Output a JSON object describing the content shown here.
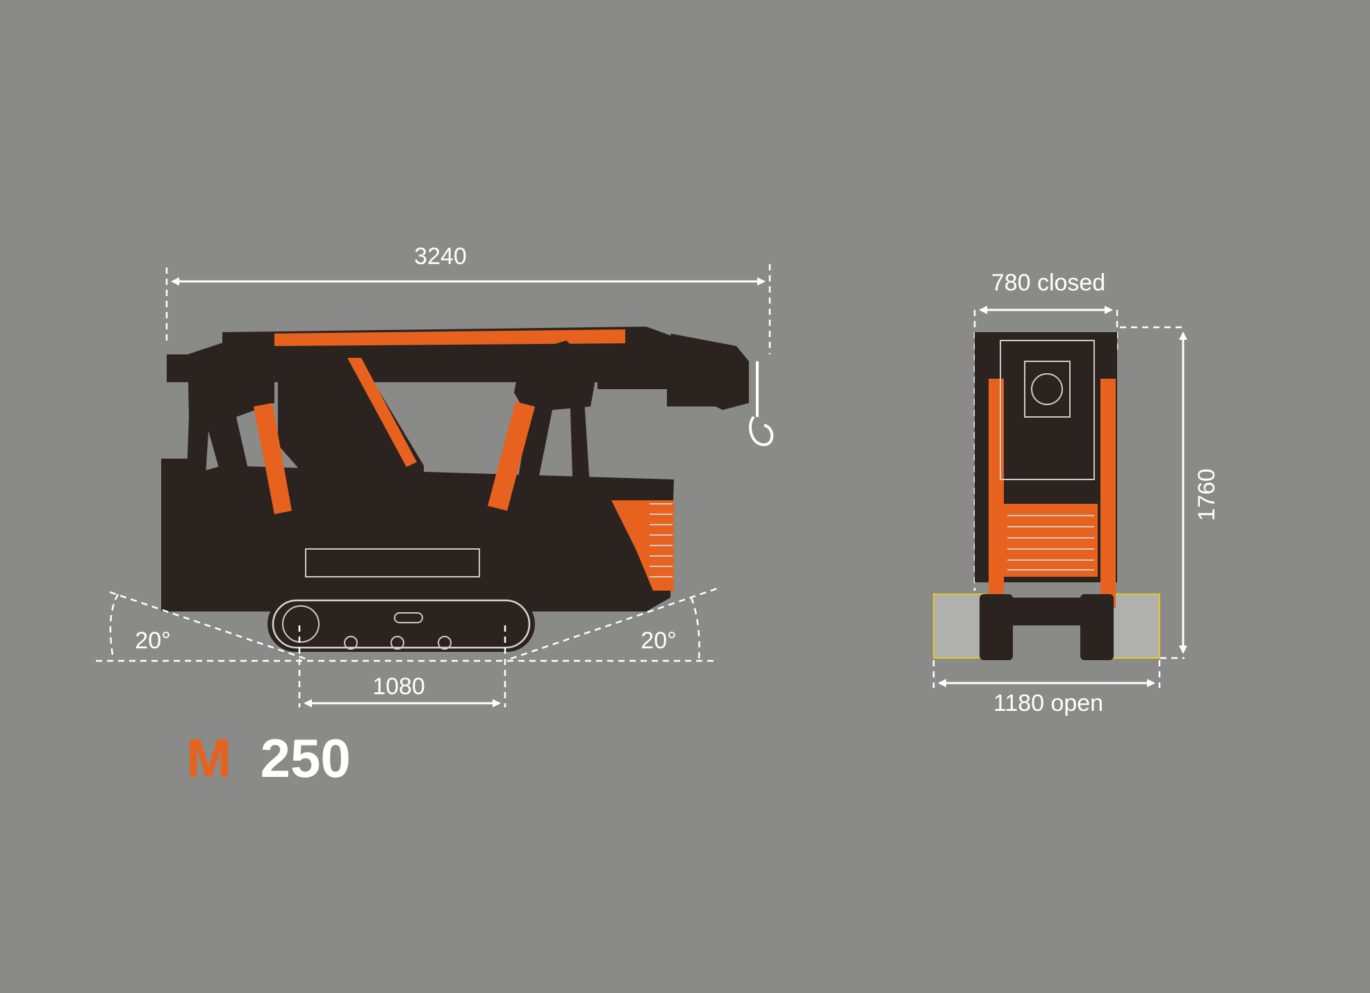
{
  "colors": {
    "background": "#8a8a88",
    "machine_body": "#2b2320",
    "accent_orange": "#e8621f",
    "outrigger_pad": "#b0b0ae",
    "pad_edge": "#e4c81a",
    "lines": "#ffffff"
  },
  "side_view": {
    "overall_length": "3240",
    "track_length": "1080",
    "angle_left": "20°",
    "angle_right": "20°"
  },
  "front_view": {
    "width_closed": "780 closed",
    "width_open": "1180 open",
    "height": "1760"
  },
  "model": {
    "prefix": "M",
    "number": "250"
  }
}
